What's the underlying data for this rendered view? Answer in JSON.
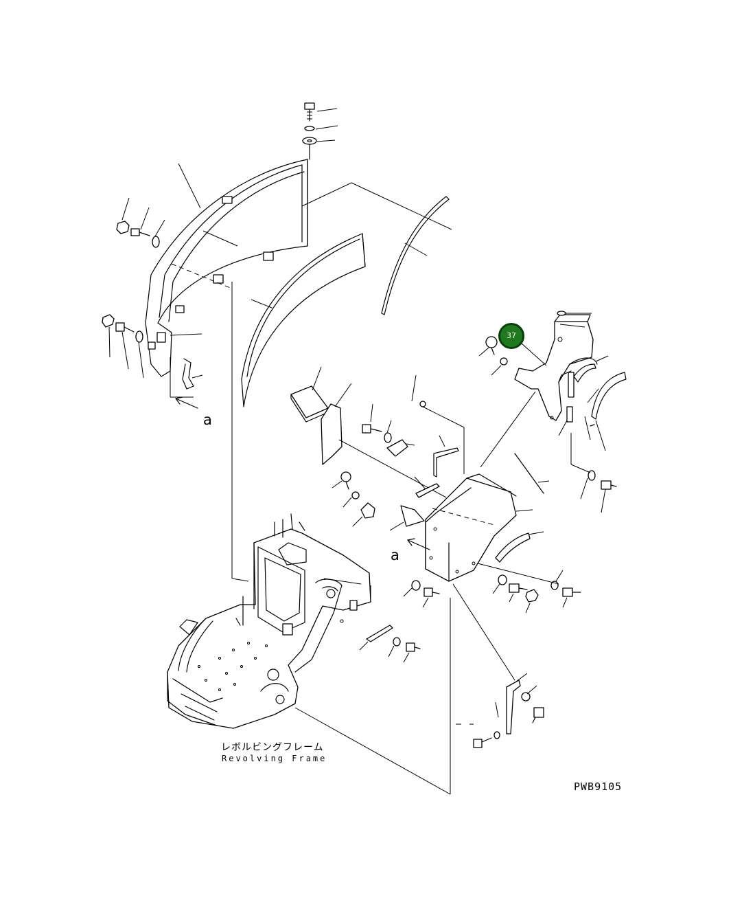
{
  "diagram": {
    "detail_letter": "a",
    "frame_label_jp": "レボルビングフレーム",
    "frame_label_en": "Revolving Frame",
    "drawing_code": "PWB9105"
  },
  "callout": {
    "number": "37",
    "color": "#1f7a1f",
    "border_color": "#0a3d0a"
  }
}
